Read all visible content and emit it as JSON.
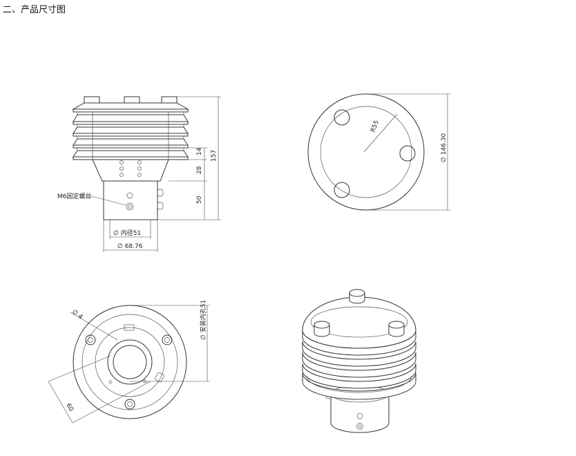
{
  "page": {
    "title": "二、产品尺寸图"
  },
  "front_view": {
    "labels": {
      "screw": "M6固定螺丝",
      "inner_diameter": "∅ 内径51",
      "outer_diameter": "∅ 68.76"
    },
    "dims": {
      "d14": "14",
      "d28": "28",
      "d50": "50",
      "d157": "157"
    }
  },
  "top_view": {
    "dims": {
      "radius": "R55",
      "diameter": "∅ 146.30"
    }
  },
  "bottom_view": {
    "dims": {
      "hole": "∅ 4",
      "mount_hole": "∅ 安装内孔51",
      "d60": "60"
    }
  }
}
